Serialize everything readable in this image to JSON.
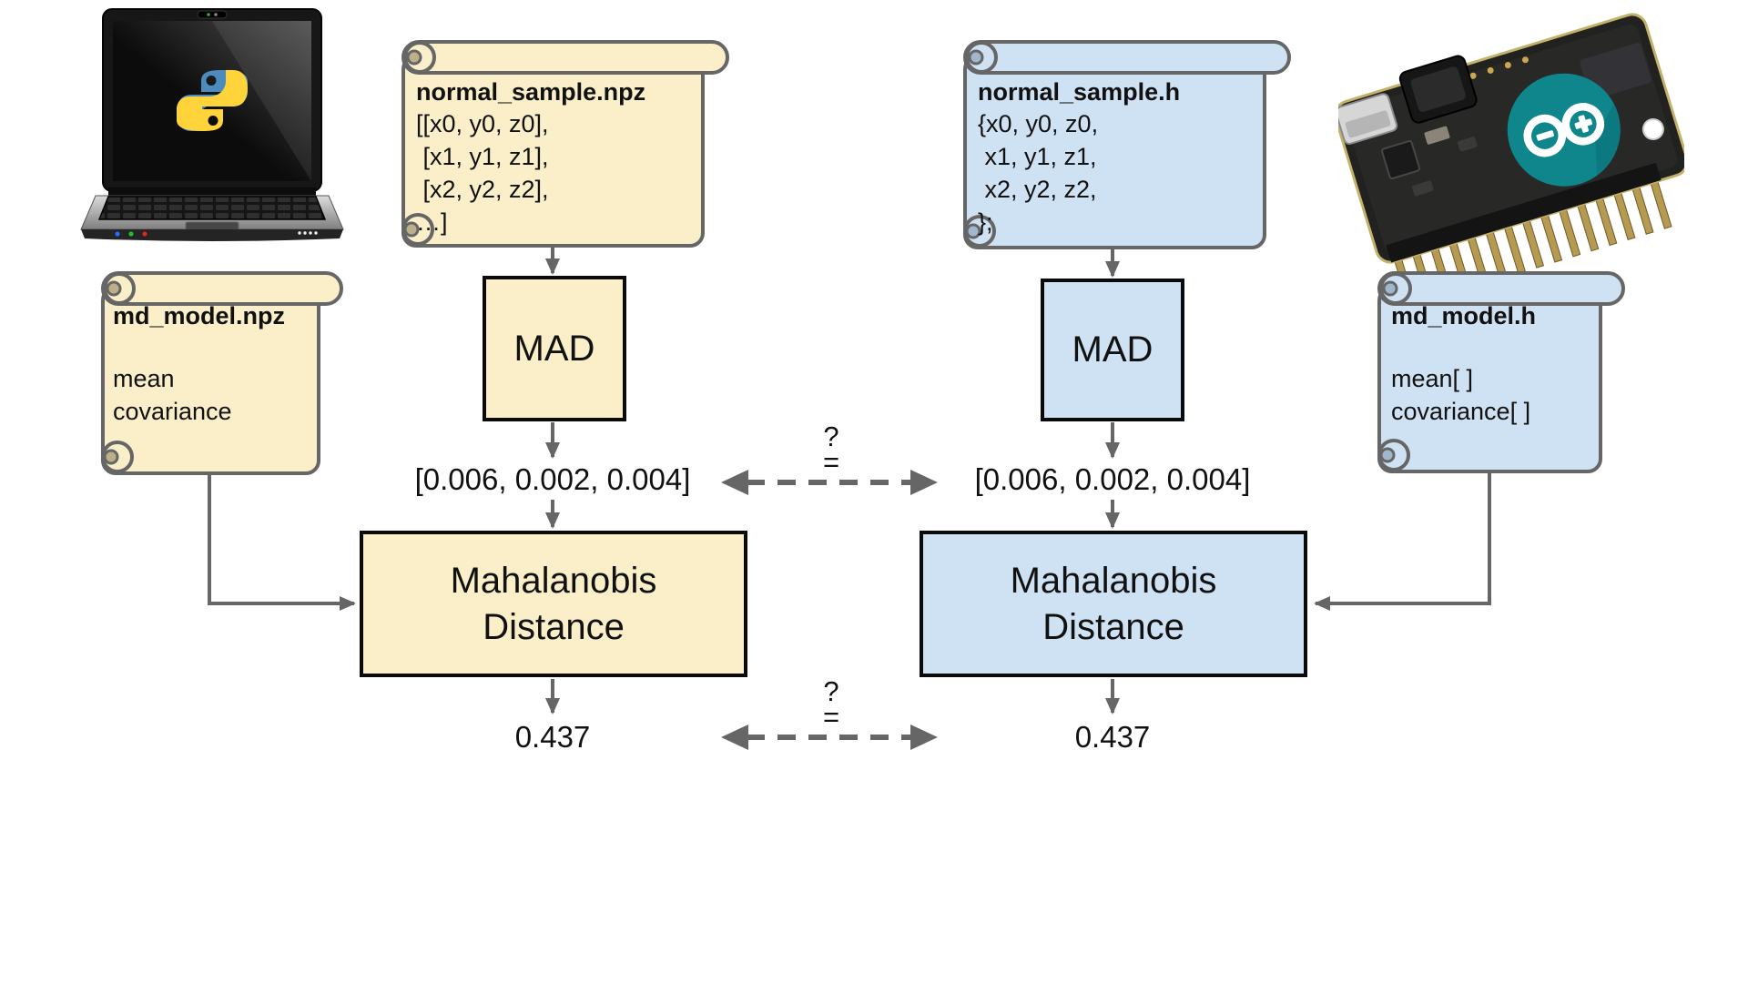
{
  "left": {
    "platform_icon": "python-laptop",
    "sample_file": {
      "title": "normal_sample.npz",
      "line1": "[[x0, y0, z0],",
      "line2": " [x1, y1, z1],",
      "line3": " [x2, y2, z2],",
      "line4": "…]"
    },
    "model_file": {
      "title": "md_model.npz",
      "line1": "mean",
      "line2": "covariance"
    },
    "mad_label": "MAD",
    "mad_output": "[0.006, 0.002, 0.004]",
    "distance_label": "Mahalanobis Distance",
    "distance_output": "0.437"
  },
  "right": {
    "platform_icon": "arduino-board",
    "sample_file": {
      "title": "normal_sample.h",
      "line1": "{x0, y0, z0,",
      "line2": " x1, y1, z1,",
      "line3": " x2, y2, z2,",
      "line4": "};"
    },
    "model_file": {
      "title": "md_model.h",
      "line1": "mean[ ]",
      "line2": "covariance[ ]"
    },
    "mad_label": "MAD",
    "mad_output": "[0.006, 0.002, 0.004]",
    "distance_label": "Mahalanobis Distance",
    "distance_output": "0.437"
  },
  "comparison": {
    "question": "?",
    "equals": "="
  },
  "colors": {
    "yellow_fill": "#FAEFC9",
    "blue_fill": "#CFE2F3",
    "outline_gray": "#666666",
    "box_border": "#0A0A0A",
    "python_blue": "#4B8BBE",
    "python_yellow": "#FFD43B",
    "arduino_teal": "#0E868C"
  }
}
